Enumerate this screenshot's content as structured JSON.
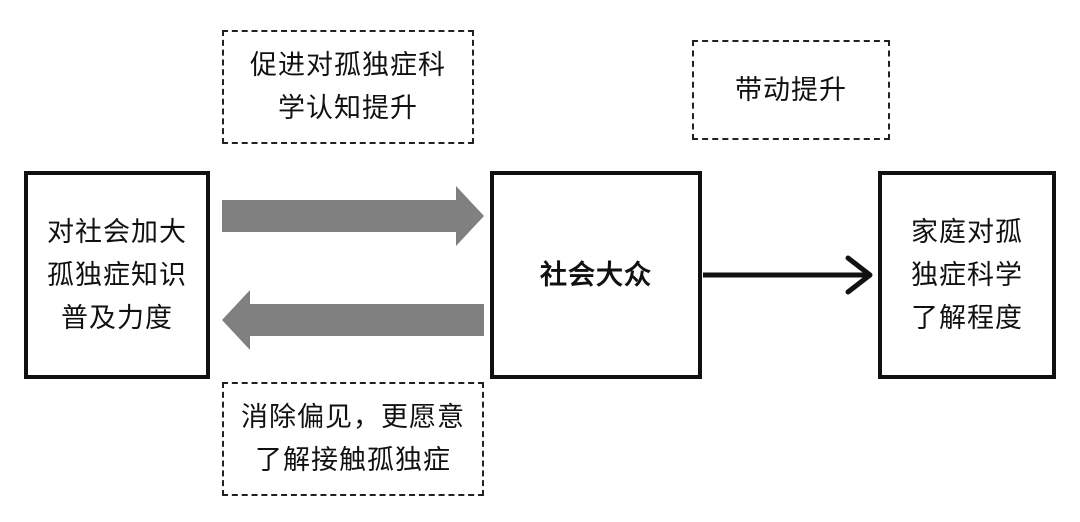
{
  "boxes": {
    "left": "对社会加大\n孤独症知识\n普及力度",
    "center": "社会大众",
    "right": "家庭对孤\n独症科学\n了解程度"
  },
  "labels": {
    "top_left": "促进对孤独症科\n学认知提升",
    "bottom_left": "消除偏见，更愿意\n了解接触孤独症",
    "top_right": "带动提升"
  },
  "colors": {
    "box_border": "#111111",
    "thick_arrow": "#808080",
    "thin_arrow": "#111111"
  }
}
